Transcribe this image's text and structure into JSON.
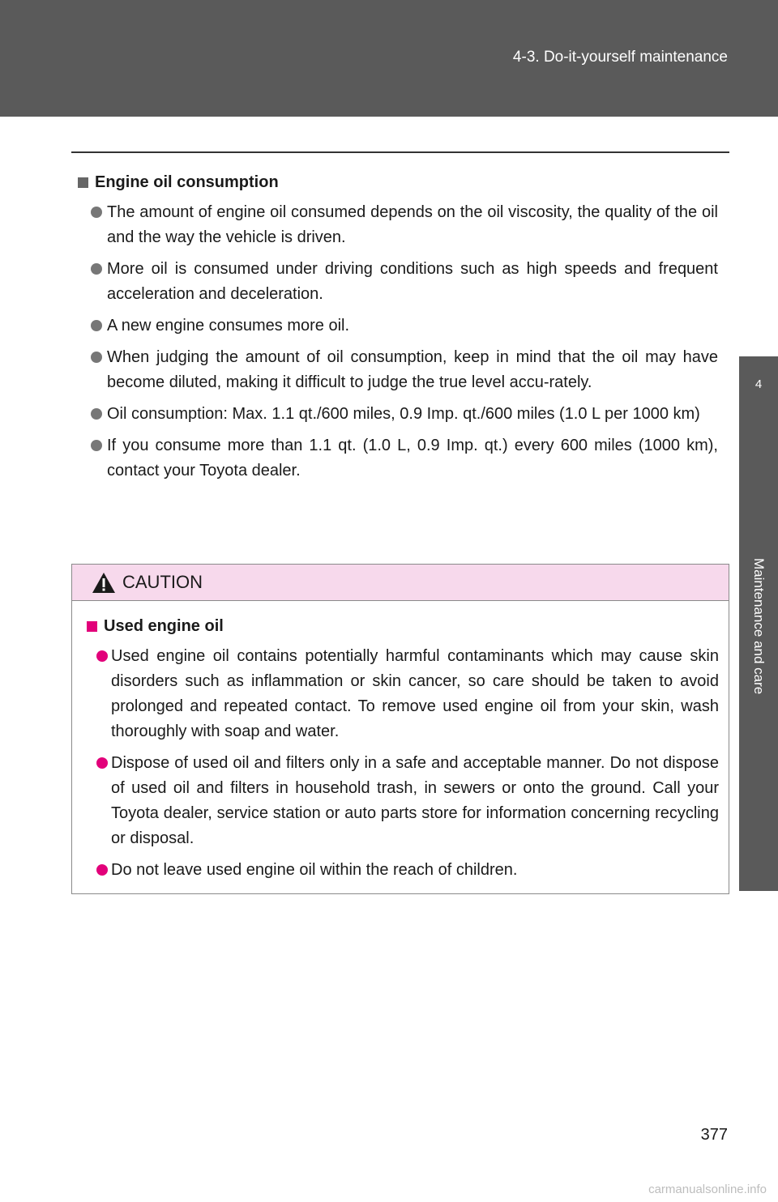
{
  "header": {
    "title": "4-3. Do-it-yourself maintenance"
  },
  "side_tab": {
    "number": "4",
    "label": "Maintenance and care"
  },
  "section": {
    "heading": "Engine oil consumption",
    "bullets": [
      "The amount of engine oil consumed depends on the oil viscosity, the quality of the oil and the way the vehicle is driven.",
      "More oil is consumed under driving conditions such as high speeds and frequent acceleration and deceleration.",
      "A new engine consumes more oil.",
      "When judging the amount of oil consumption, keep in mind that the oil may have become diluted, making it difficult to judge the true level accu-rately.",
      "Oil consumption: Max. 1.1 qt./600 miles, 0.9 Imp. qt./600 miles (1.0 L per 1000 km)",
      "If you consume more than 1.1 qt. (1.0 L, 0.9 Imp. qt.) every 600 miles (1000 km), contact your Toyota dealer."
    ]
  },
  "caution": {
    "label": "CAUTION",
    "heading": "Used engine oil",
    "bullets": [
      "Used engine oil contains potentially harmful contaminants which may cause skin disorders such as inflammation or skin cancer, so care should be taken to avoid prolonged and repeated contact. To remove used engine oil from your skin, wash thoroughly with soap and water.",
      "Dispose of used oil and filters only in a safe and acceptable manner. Do not dispose of used oil and filters in household trash, in sewers or onto the ground. Call your Toyota dealer, service station or auto parts store for information concerning recycling or disposal.",
      "Do not leave used engine oil within the reach of children."
    ]
  },
  "page_number": "377",
  "watermark": "carmanualsonline.info",
  "colors": {
    "header_bg": "#5a5a5a",
    "caution_header_bg": "#f7d9ec",
    "caution_accent": "#e2007a"
  }
}
